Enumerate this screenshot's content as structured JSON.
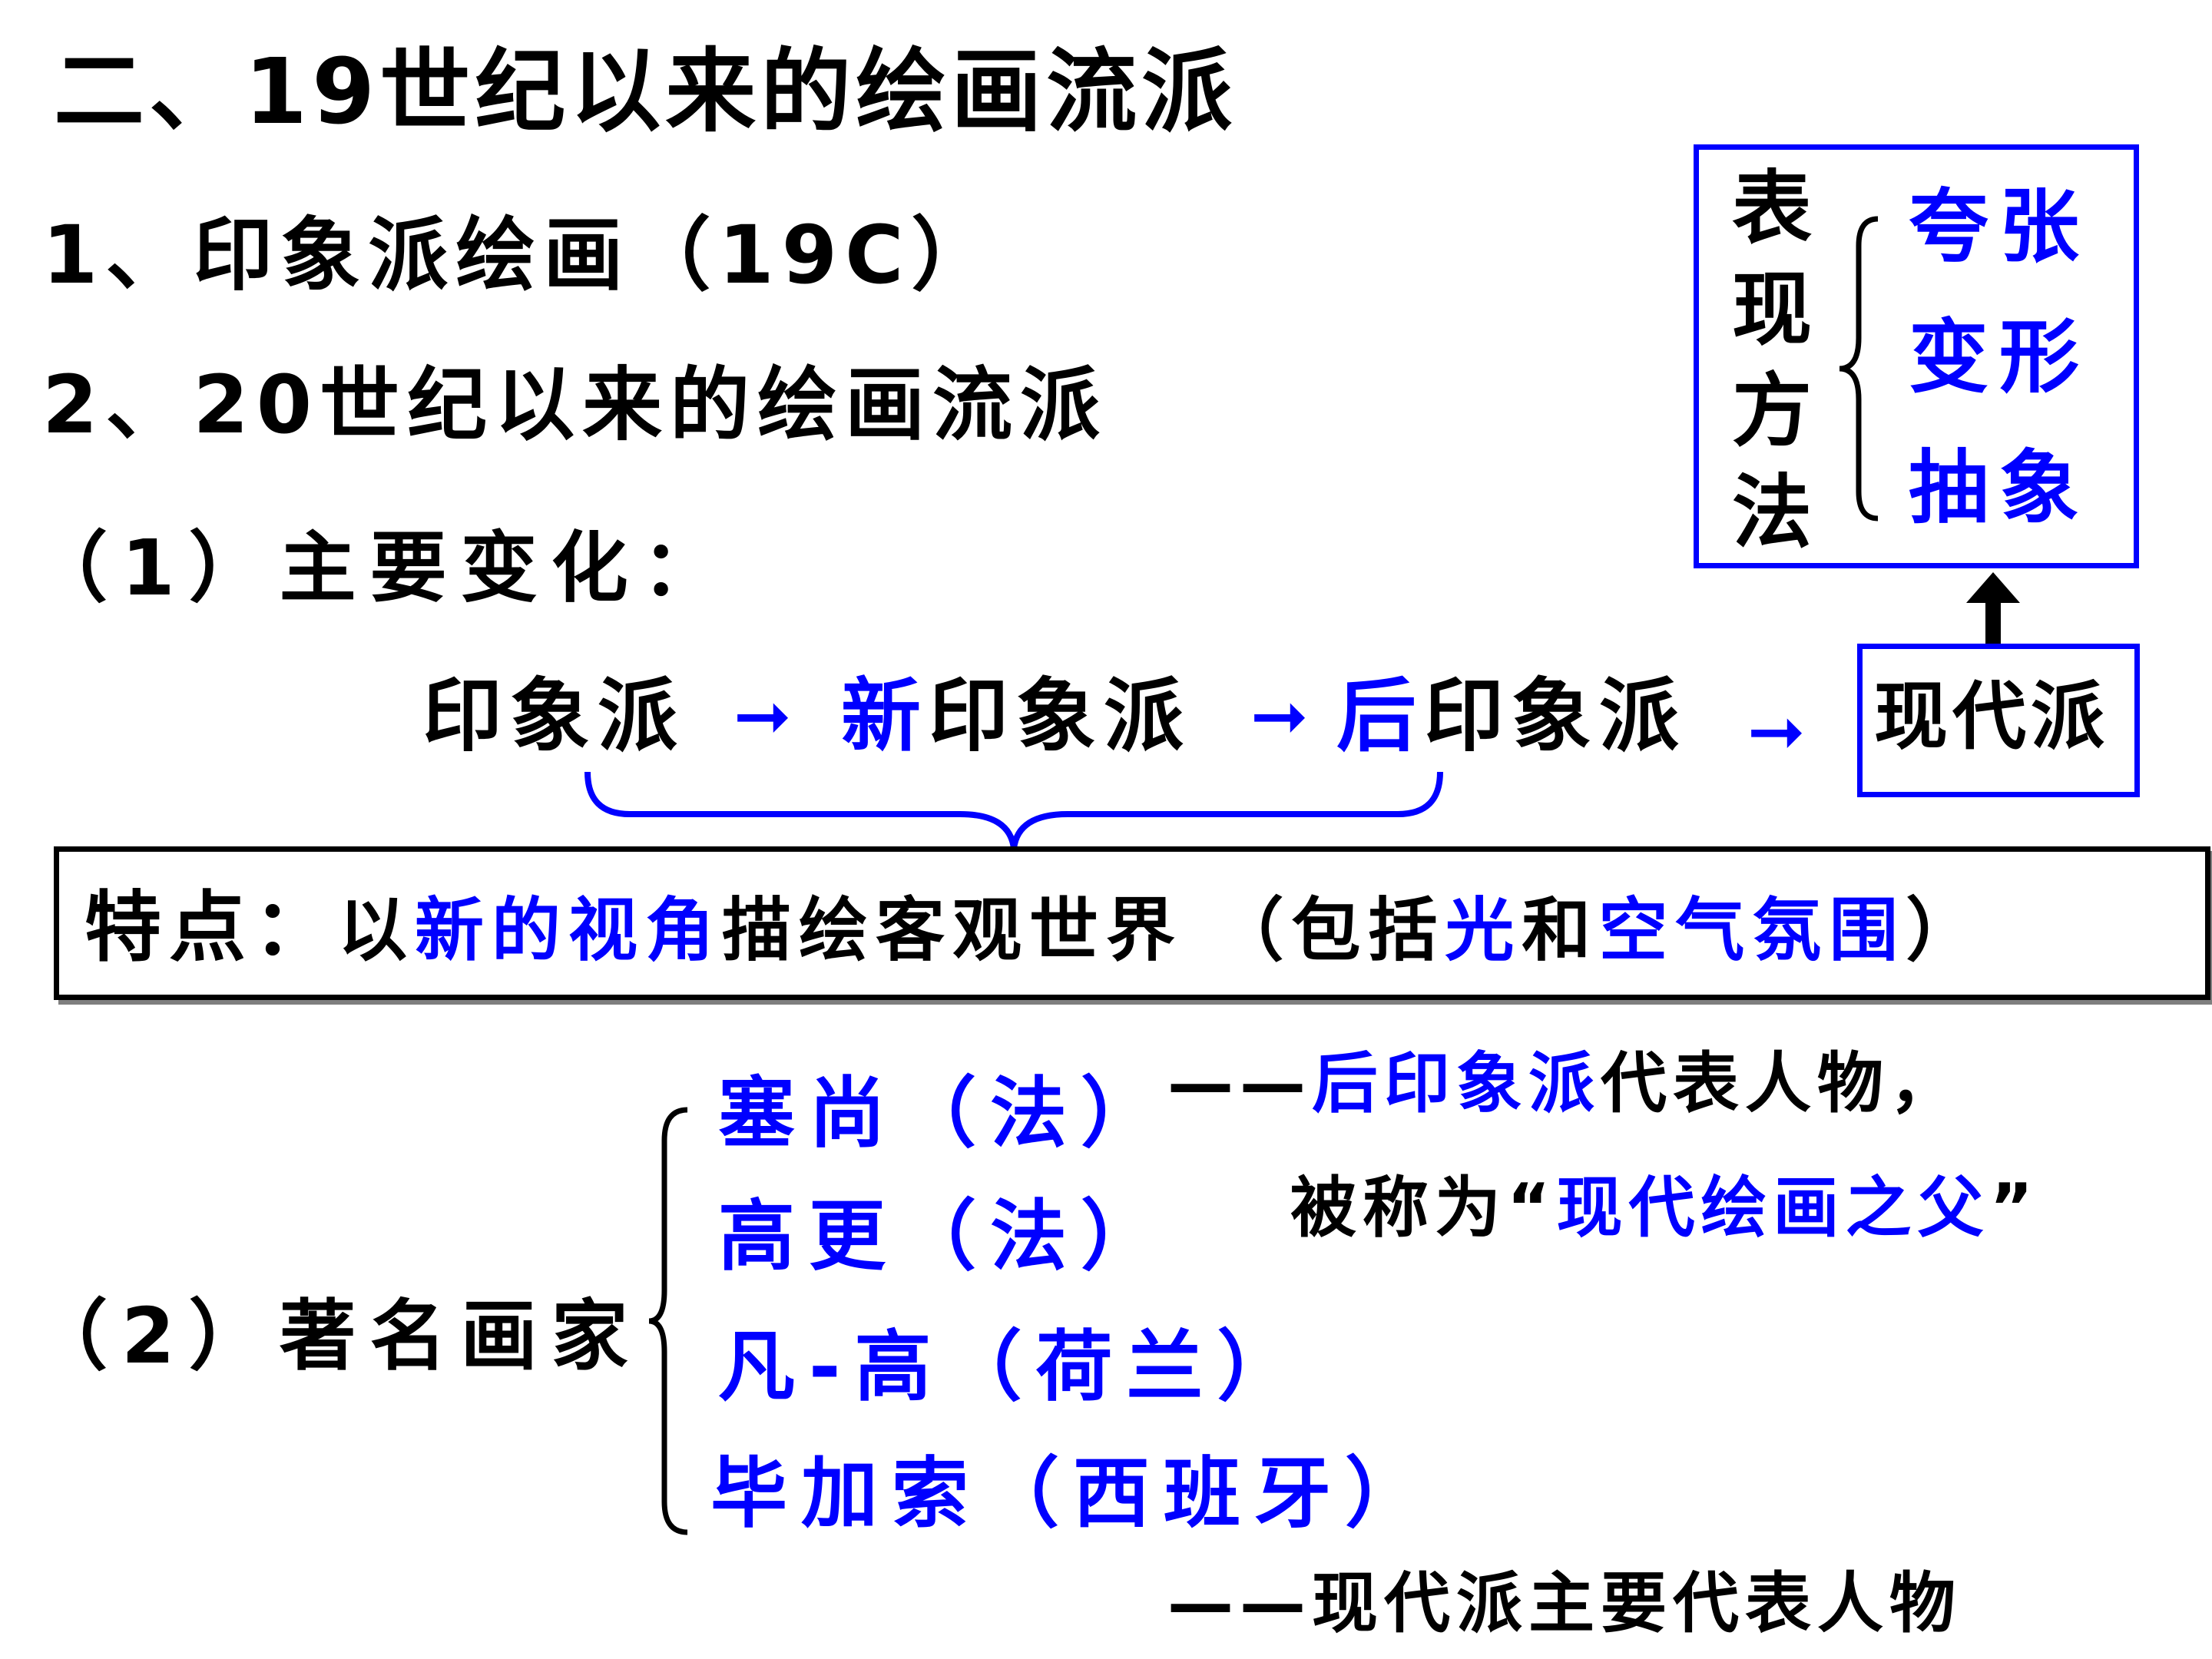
{
  "title": "二、19世纪以来的绘画流派",
  "items": {
    "item1": "1、印象派绘画（19C）",
    "item2": "2、20世纪以来的绘画流派"
  },
  "changes": {
    "heading": "（1）主要变化：",
    "flow": {
      "impressionism": "印象派",
      "neo_prefix": "新",
      "neo_rest": "印象派",
      "post_prefix": "后",
      "post_rest": "印象派",
      "modernism": "现代派"
    }
  },
  "methods_box": {
    "label_chars": [
      "表",
      "现",
      "方",
      "法"
    ],
    "items": [
      "夸张",
      "变形",
      "抽象"
    ]
  },
  "feature": {
    "label": "特点：",
    "p1": "以",
    "p2": "新的视角",
    "p3": "描绘客观世界 （包括",
    "p4": "光",
    "p5": "和",
    "p6": "空气氛围",
    "p7": "）"
  },
  "painters": {
    "heading": "（2）著名画家",
    "list": [
      "塞尚（法）",
      "高更（法）",
      "凡-高（荷兰）",
      "毕加索（西班牙）"
    ],
    "note_dash": "——",
    "note1_blue": "后印象派",
    "note1_black": "代表人物，",
    "note2_prefix": "被称为“",
    "note2_blue": "现代绘画之父",
    "note2_suffix": "”",
    "note3": "——现代派主要代表人物"
  },
  "colors": {
    "accent": "#0000ff",
    "text": "#000000",
    "background": "#ffffff"
  }
}
